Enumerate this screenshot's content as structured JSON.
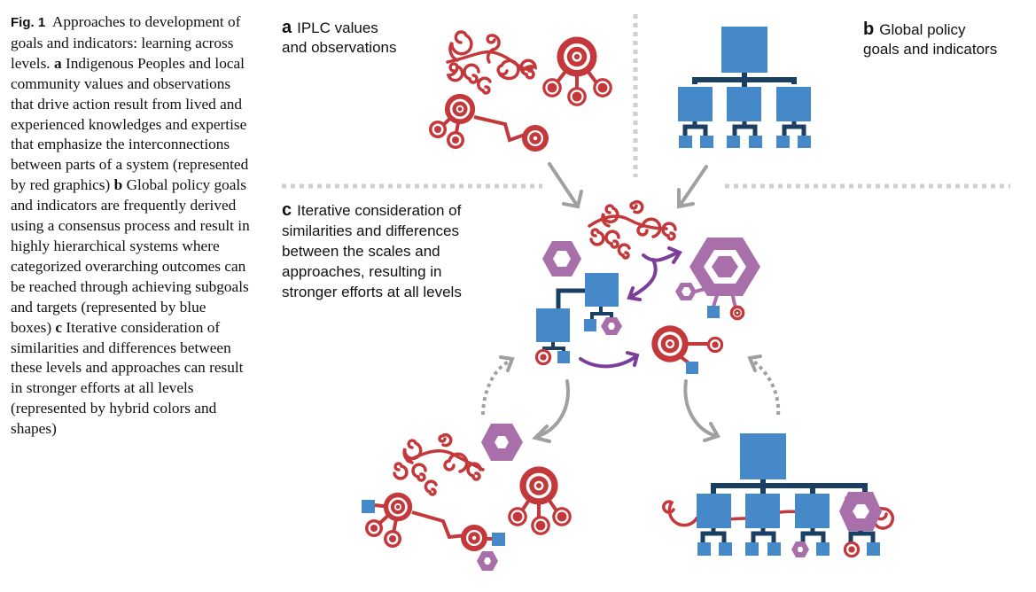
{
  "caption": {
    "fig_label": "Fig. 1",
    "title": "Approaches to development of goals and indicators: learning across levels.",
    "part_a_letter": "a",
    "part_a_text": "Indigenous Peoples and local community values and observations that drive action result from lived and experienced knowledges and expertise that emphasize the interconnections between parts of a system (represented by red graphics)",
    "part_b_letter": "b",
    "part_b_text": "Global policy goals and indicators are frequently derived using a consensus process and result in highly hierarchical systems where categorized overarching outcomes can be reached through achieving subgoals and targets (represented by blue boxes)",
    "part_c_letter": "c",
    "part_c_text": "Iterative consideration of similarities and differences between these levels and approaches can result in stronger efforts at all levels (represented by hybrid colors and shapes)"
  },
  "panels": {
    "a": {
      "letter": "a",
      "line1": "IPLC values",
      "line2": "and observations"
    },
    "b": {
      "letter": "b",
      "line1": "Global policy",
      "line2": "goals and indicators"
    },
    "c": {
      "letter": "c",
      "line1": "Iterative consideration of",
      "line2": "similarities and differences",
      "line3": "between the scales and",
      "line4": "approaches, resulting in",
      "line5": "stronger efforts at all levels"
    }
  },
  "colors": {
    "red": "#c4373a",
    "blue": "#4589c8",
    "dark_blue": "#1b3f63",
    "purple": "#a86fab",
    "arrow_purple": "#7b3f9a",
    "gray": "#a0a0a0",
    "divider": "#cfcfcf"
  }
}
